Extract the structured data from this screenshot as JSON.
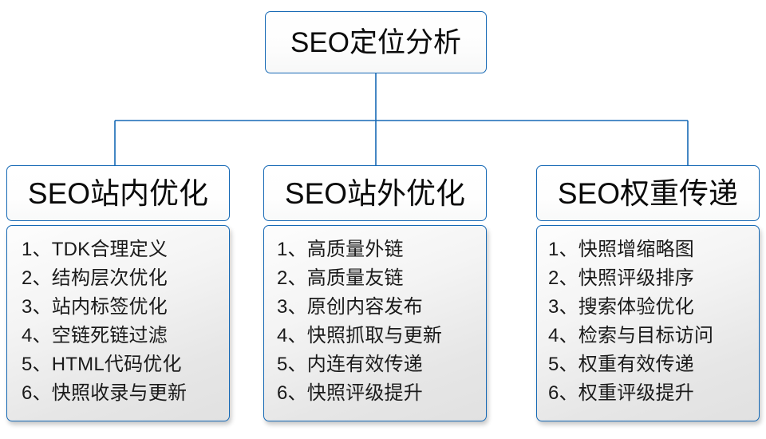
{
  "diagram": {
    "type": "org-tree",
    "root": {
      "title": "SEO定位分析"
    },
    "branches": [
      {
        "title": "SEO站内优化",
        "items": [
          "1、TDK合理定义",
          "2、结构层次优化",
          "3、站内标签优化",
          "4、空链死链过滤",
          "5、HTML代码优化",
          "6、快照收录与更新"
        ]
      },
      {
        "title": "SEO站外优化",
        "items": [
          "1、高质量外链",
          "2、高质量友链",
          "3、原创内容发布",
          "4、快照抓取与更新",
          "5、内连有效传递",
          "6、快照评级提升"
        ]
      },
      {
        "title": "SEO权重传递",
        "items": [
          "1、快照增缩略图",
          "2、快照评级排序",
          "3、搜索体验优化",
          "4、检索与目标访问",
          "5、权重有效传递",
          "6、权重评级提升"
        ]
      }
    ],
    "colors": {
      "border": "#1669b5",
      "connector": "#1669b5",
      "background": "#ffffff",
      "text": "#0a0a0a",
      "body_fill": "#e9e9e9"
    }
  }
}
